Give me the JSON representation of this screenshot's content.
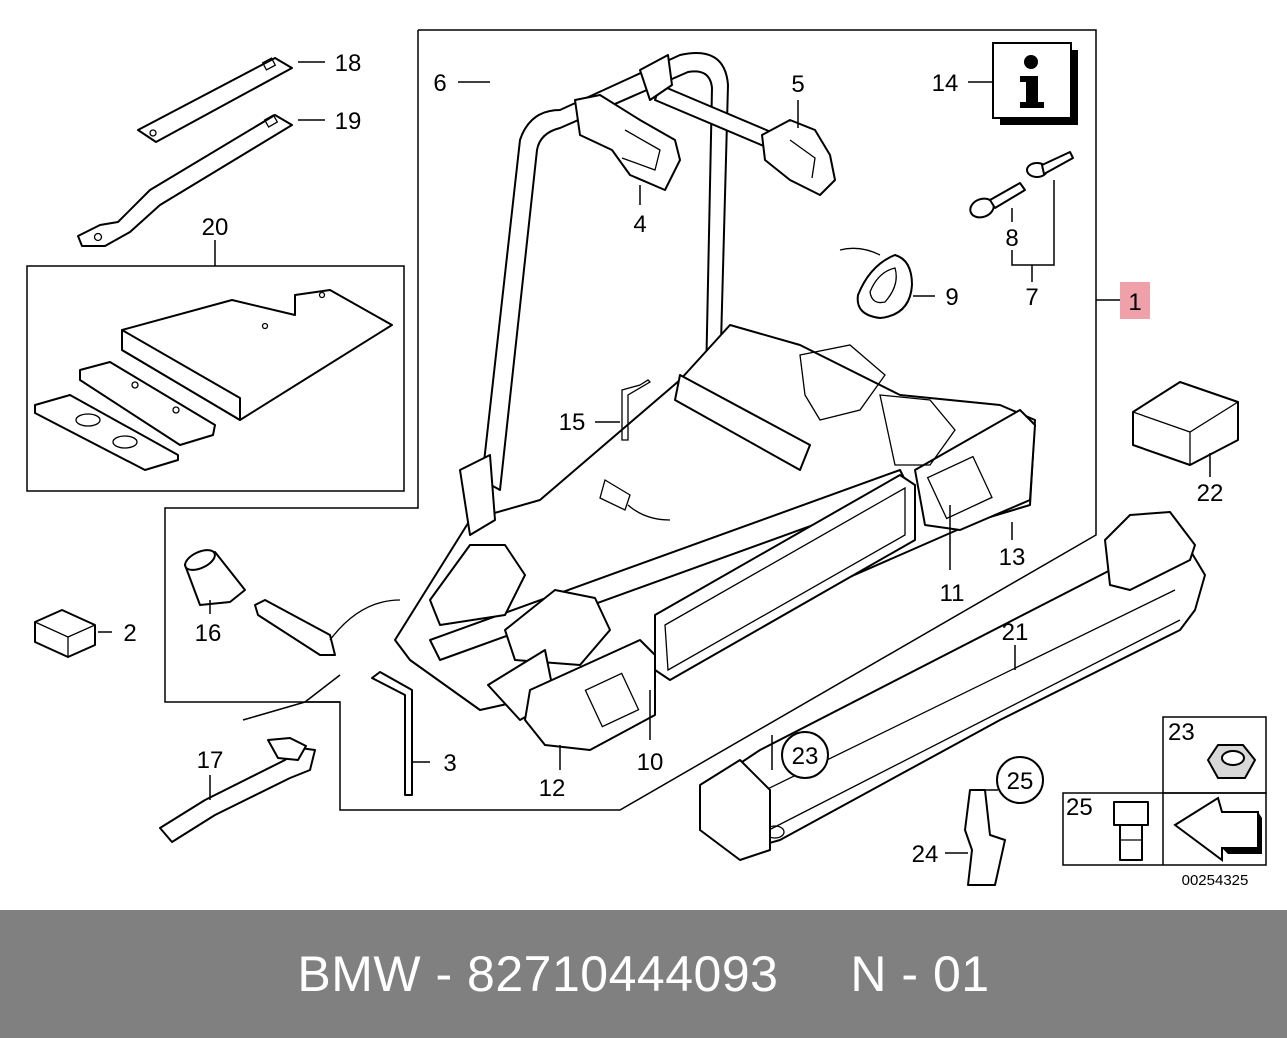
{
  "diagram": {
    "part_numbers": [
      "1",
      "2",
      "3",
      "4",
      "5",
      "6",
      "7",
      "8",
      "9",
      "10",
      "11",
      "12",
      "13",
      "14",
      "15",
      "16",
      "17",
      "18",
      "19",
      "20",
      "21",
      "22",
      "23",
      "24",
      "25"
    ],
    "legend": {
      "nut_label": "23",
      "bolt_label": "25"
    },
    "circled_labels": [
      "23",
      "25"
    ],
    "info_icon": "info-icon",
    "drawing_code": "00254325"
  },
  "footer": {
    "brand": "BMW",
    "part_number": "82710444093",
    "variant": "N - 01",
    "separator": " - "
  },
  "colors": {
    "footer_bg": "#808080",
    "footer_text": "#ffffff",
    "highlight_label_bg": "#f0a0a8",
    "info_box_shadow": "#000000"
  }
}
